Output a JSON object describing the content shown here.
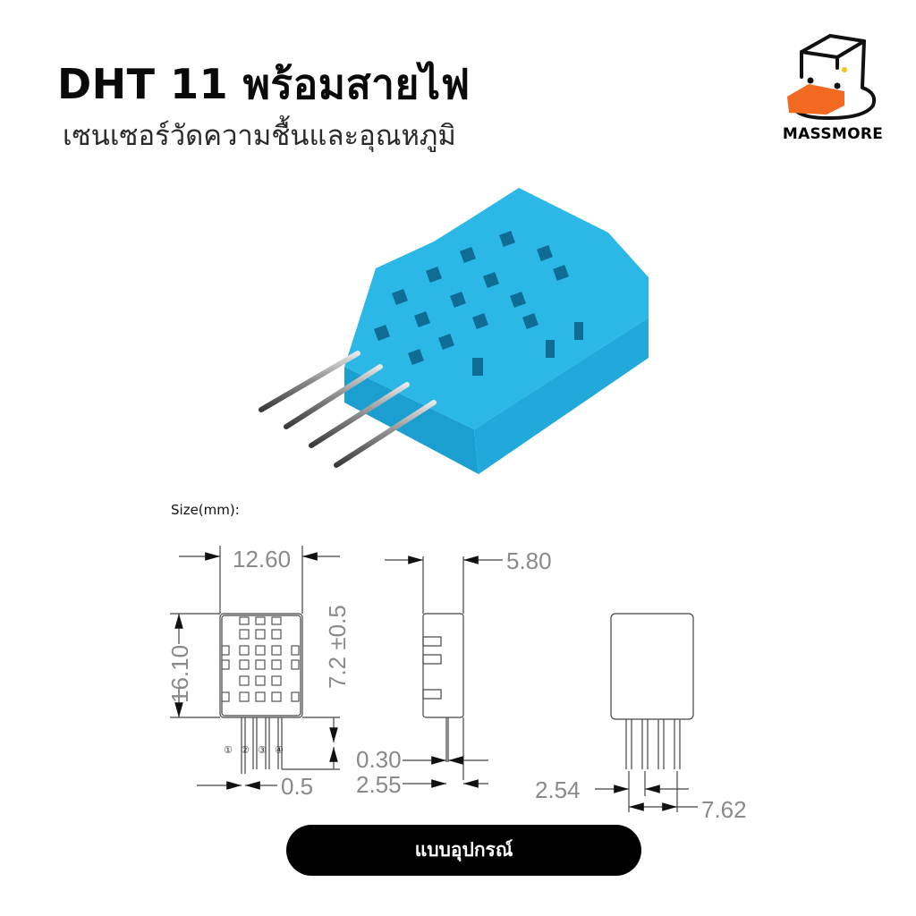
{
  "header": {
    "title": "DHT 11 พร้อมสายไฟ",
    "subtitle": "เซนเซอร์วัดความชื้นและอุณหภูมิ"
  },
  "brand": {
    "name": "MASSMORE",
    "accent_color": "#f26a21",
    "dot_color": "#f5c518"
  },
  "product_image": {
    "alt": "DHT11 blue temperature & humidity sensor with 4 pins",
    "body_color": "#2cb8e6"
  },
  "diagram": {
    "size_label": "Size(mm):",
    "front_view": {
      "width": "12.60",
      "height": "16.10",
      "pin_length": "7.2 ±0.5",
      "pin_width": "0.5",
      "pin_numbers": [
        "①",
        "②",
        "③",
        "④"
      ]
    },
    "side_view": {
      "depth": "5.80",
      "pin_thickness": "0.30",
      "pin_offset": "2.55"
    },
    "back_view": {
      "pin_pitch": "2.54",
      "pin_span": "7.62"
    }
  },
  "cta": {
    "label": "แบบอุปกรณ์"
  }
}
